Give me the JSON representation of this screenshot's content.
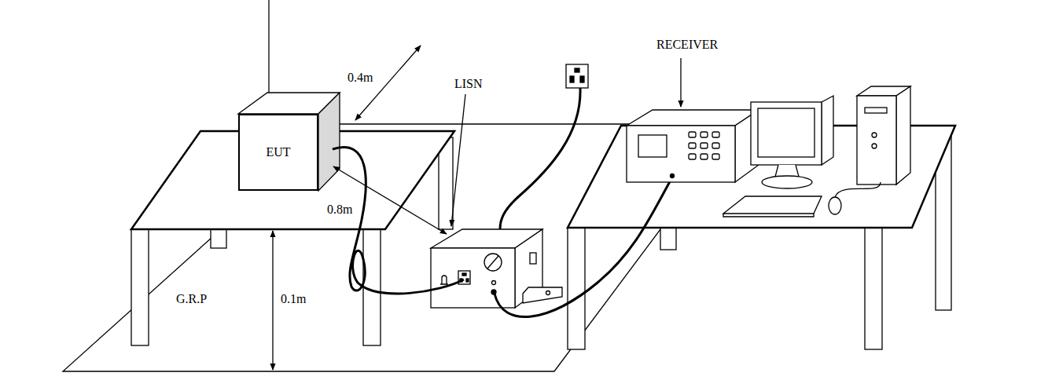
{
  "diagram": {
    "nodes": [
      {
        "text": [
          "EUT"
        ]
      }
    ],
    "labels": [
      "0.4m",
      "0.8m",
      "0.1m",
      "G.R.P",
      "LISN",
      "RECEIVER"
    ]
  }
}
